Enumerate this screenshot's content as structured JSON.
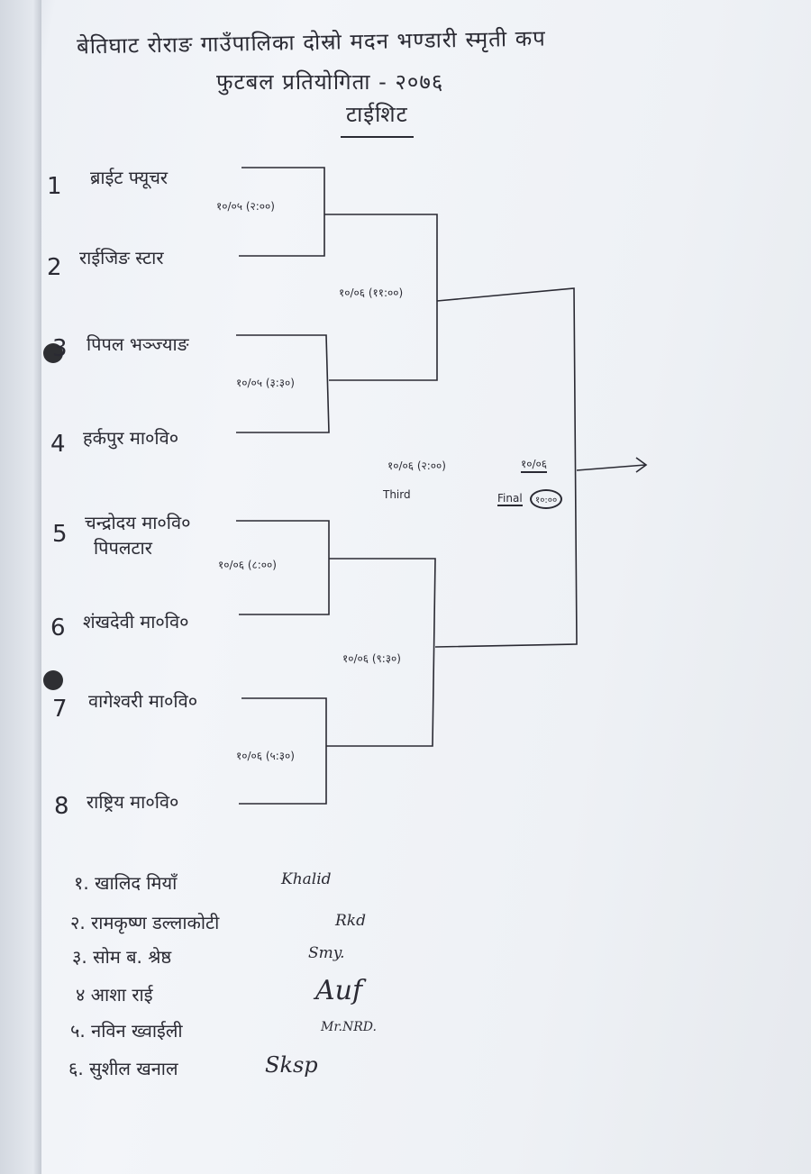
{
  "header": {
    "title_line1": "बेतिघाट रोराङ गाउँपालिका दोस्रो मदन भण्डारी स्मृती कप",
    "title_line2": "फुटबल प्रतियोगिता - २०७६",
    "subtitle": "टाईशिट"
  },
  "teams": [
    {
      "number": "1",
      "name": "ब्राईट फ्यूचर"
    },
    {
      "number": "2",
      "name": "राईजिङ स्टार"
    },
    {
      "number": "3",
      "name": "पिपल भञ्ज्याङ"
    },
    {
      "number": "4",
      "name": "हर्कपुर मा०वि०"
    },
    {
      "number": "5",
      "name": "चन्द्रोदय मा०वि०",
      "name_line2": "पिपलटार"
    },
    {
      "number": "6",
      "name": "शंखदेवी मा०वि०"
    },
    {
      "number": "7",
      "name": "वागेश्वरी मा०वि०"
    },
    {
      "number": "8",
      "name": "राष्ट्रिय मा०वि०"
    }
  ],
  "matches": {
    "r1_m1": "१०/०५ (२:००)",
    "r1_m2": "१०/०५ (३:३०)",
    "r1_m3": "१०/०६ (८:००)",
    "r1_m4": "१०/०६ (५:३०)",
    "semi_1": "१०/०६ (११:००)",
    "semi_2": "१०/०६ (९:३०)",
    "third_date": "१०/०६ (२:००)",
    "third_label": "Third",
    "final_date": "१०/०६",
    "final_label": "Final",
    "final_time": "१०:००"
  },
  "signatories": [
    {
      "name": "१. खालिद मियाँ",
      "signature": "Khalid"
    },
    {
      "name": "२. रामकृष्ण डल्लाकोटी",
      "signature": "Rkd"
    },
    {
      "name": "३. सोम ब. श्रेष्ठ",
      "signature": "Smy."
    },
    {
      "name": "४ आशा राई",
      "signature": "Auf"
    },
    {
      "name": "५. नविन ख्वाईली",
      "signature": "Mr.NRD."
    },
    {
      "name": "६. सुशील खनाल",
      "signature": "Sksp"
    }
  ]
}
